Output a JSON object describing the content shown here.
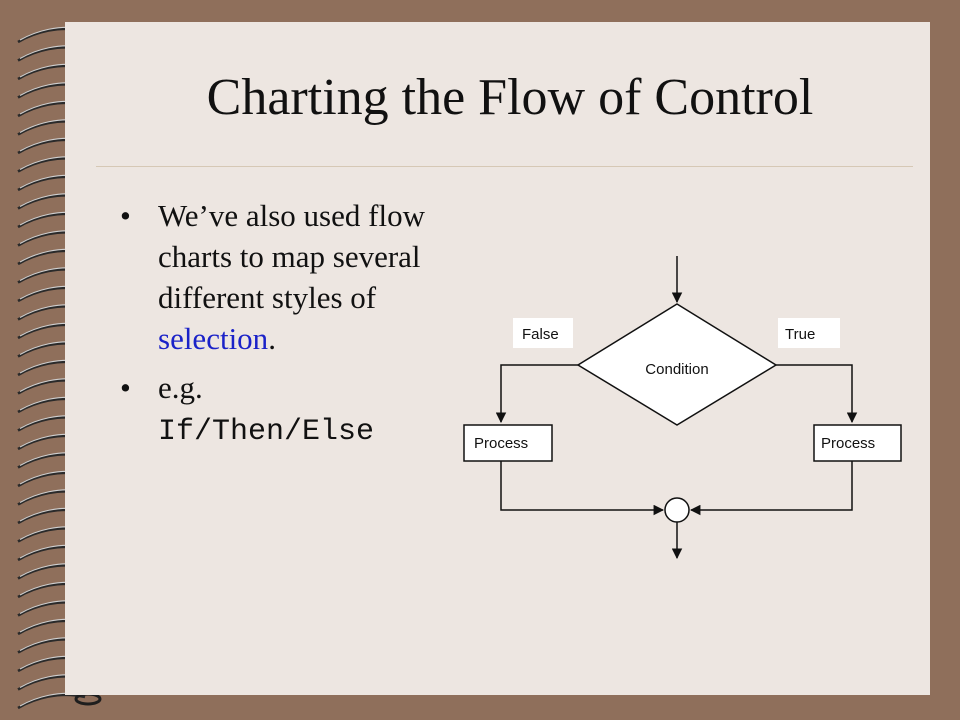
{
  "slide": {
    "title": "Charting the Flow of Control",
    "bullets": [
      {
        "bullet": "•",
        "line1": "We’ve also used flow",
        "line2": "charts to map several",
        "line3": "different styles of",
        "highlight": "selection",
        "suffix": "."
      },
      {
        "bullet": "•",
        "prefix": "e.g.",
        "code": "If/Then/Else"
      }
    ]
  },
  "flowchart": {
    "condition_label": "Condition",
    "false_label": "False",
    "true_label": "True",
    "left_process_label": "Process",
    "right_process_label": "Process"
  },
  "colors": {
    "frame": "#8f6f5b",
    "page": "#ede6e1",
    "highlight": "#1b22c8"
  }
}
